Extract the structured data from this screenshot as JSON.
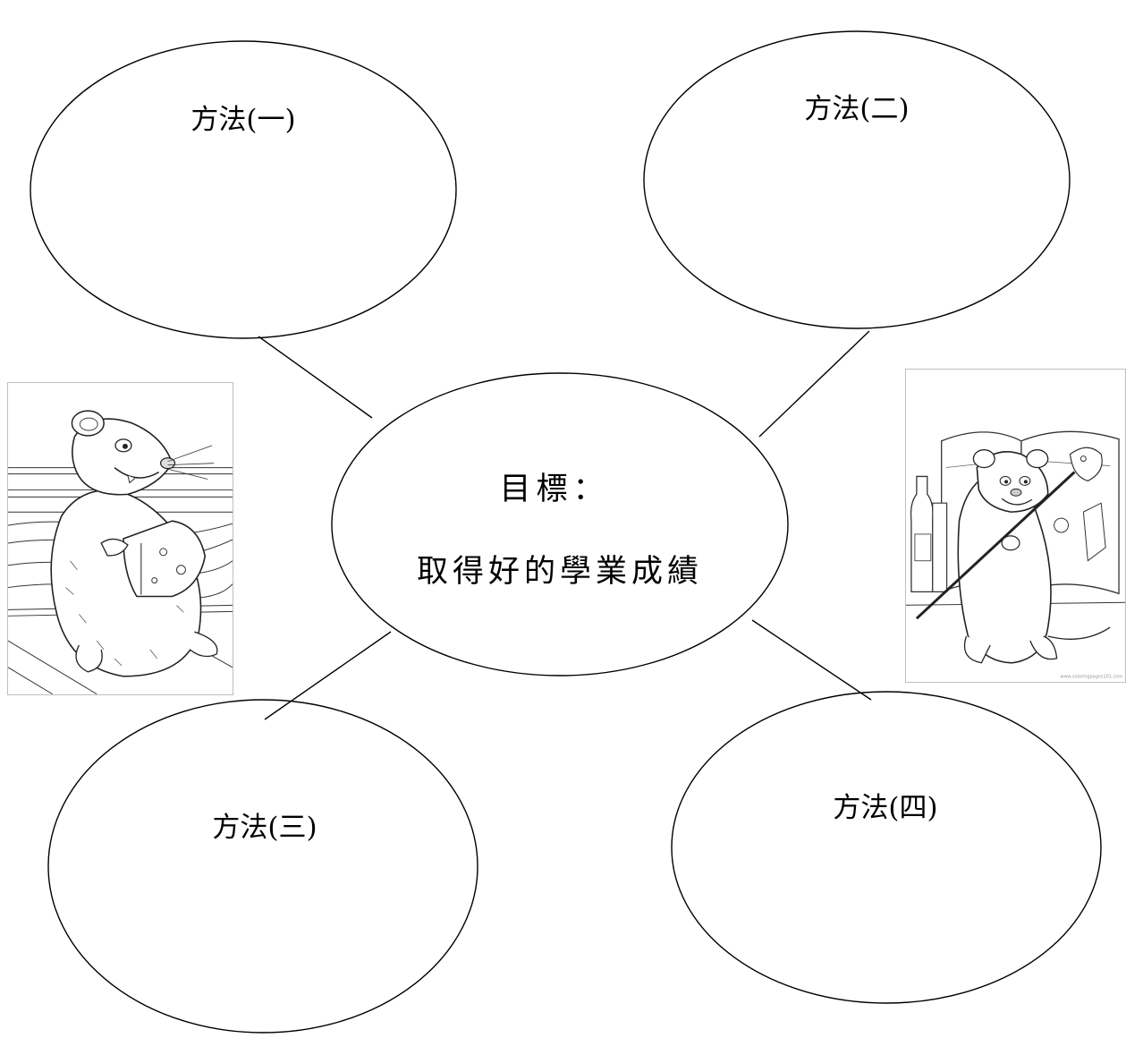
{
  "nodes": {
    "center": {
      "line1": "目標：",
      "line2": "取得好的學業成績"
    },
    "method1": {
      "label": "方法(一)"
    },
    "method2": {
      "label": "方法(二)"
    },
    "method3": {
      "label": "方法(三)"
    },
    "method4": {
      "label": "方法(四)"
    }
  },
  "illustrations": {
    "left": {
      "subject": "rat-with-cheese"
    },
    "right": {
      "subject": "rat-with-cookbook",
      "watermark": "www.coloringpages101.com"
    }
  },
  "colors": {
    "stroke": "#000000",
    "background": "#ffffff"
  }
}
